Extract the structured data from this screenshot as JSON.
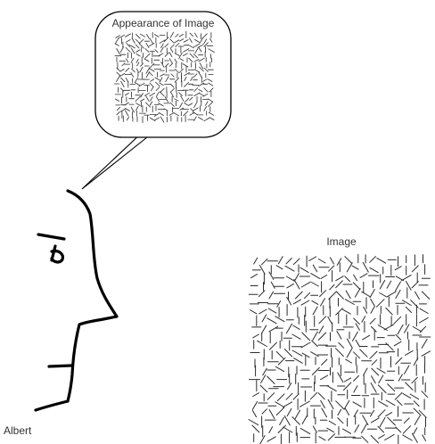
{
  "diagram": {
    "bubble_title": "Appearance of Image",
    "image_label": "Image",
    "person_name": "Albert",
    "colors": {
      "ink": "#000000",
      "texture": "#2a2a2a",
      "background": "#ffffff"
    },
    "elements": {
      "face_profile": "face-profile-icon",
      "thought_bubble": "thought-bubble",
      "image_texture": "line-texture",
      "perceived_texture": "line-texture"
    }
  }
}
